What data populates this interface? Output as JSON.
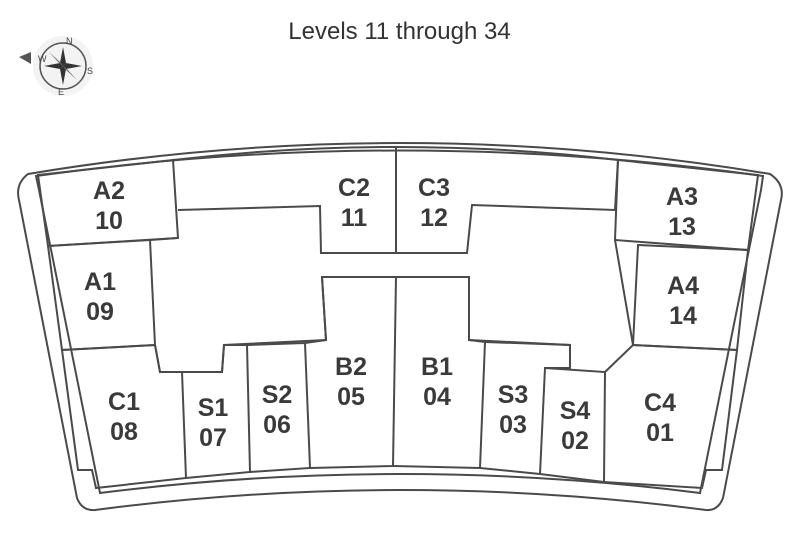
{
  "title": "Levels 11 through 34",
  "compass": {
    "icon": "compass-icon",
    "pointer_icon": "north-pointer-arrow-icon",
    "letters": [
      "W",
      "S",
      "E",
      "N"
    ]
  },
  "units": [
    {
      "name": "A2",
      "number": "10"
    },
    {
      "name": "C2",
      "number": "11"
    },
    {
      "name": "C3",
      "number": "12"
    },
    {
      "name": "A3",
      "number": "13"
    },
    {
      "name": "A1",
      "number": "09"
    },
    {
      "name": "A4",
      "number": "14"
    },
    {
      "name": "C1",
      "number": "08"
    },
    {
      "name": "S1",
      "number": "07"
    },
    {
      "name": "S2",
      "number": "06"
    },
    {
      "name": "B2",
      "number": "05"
    },
    {
      "name": "B1",
      "number": "04"
    },
    {
      "name": "S3",
      "number": "03"
    },
    {
      "name": "S4",
      "number": "02"
    },
    {
      "name": "C4",
      "number": "01"
    }
  ]
}
